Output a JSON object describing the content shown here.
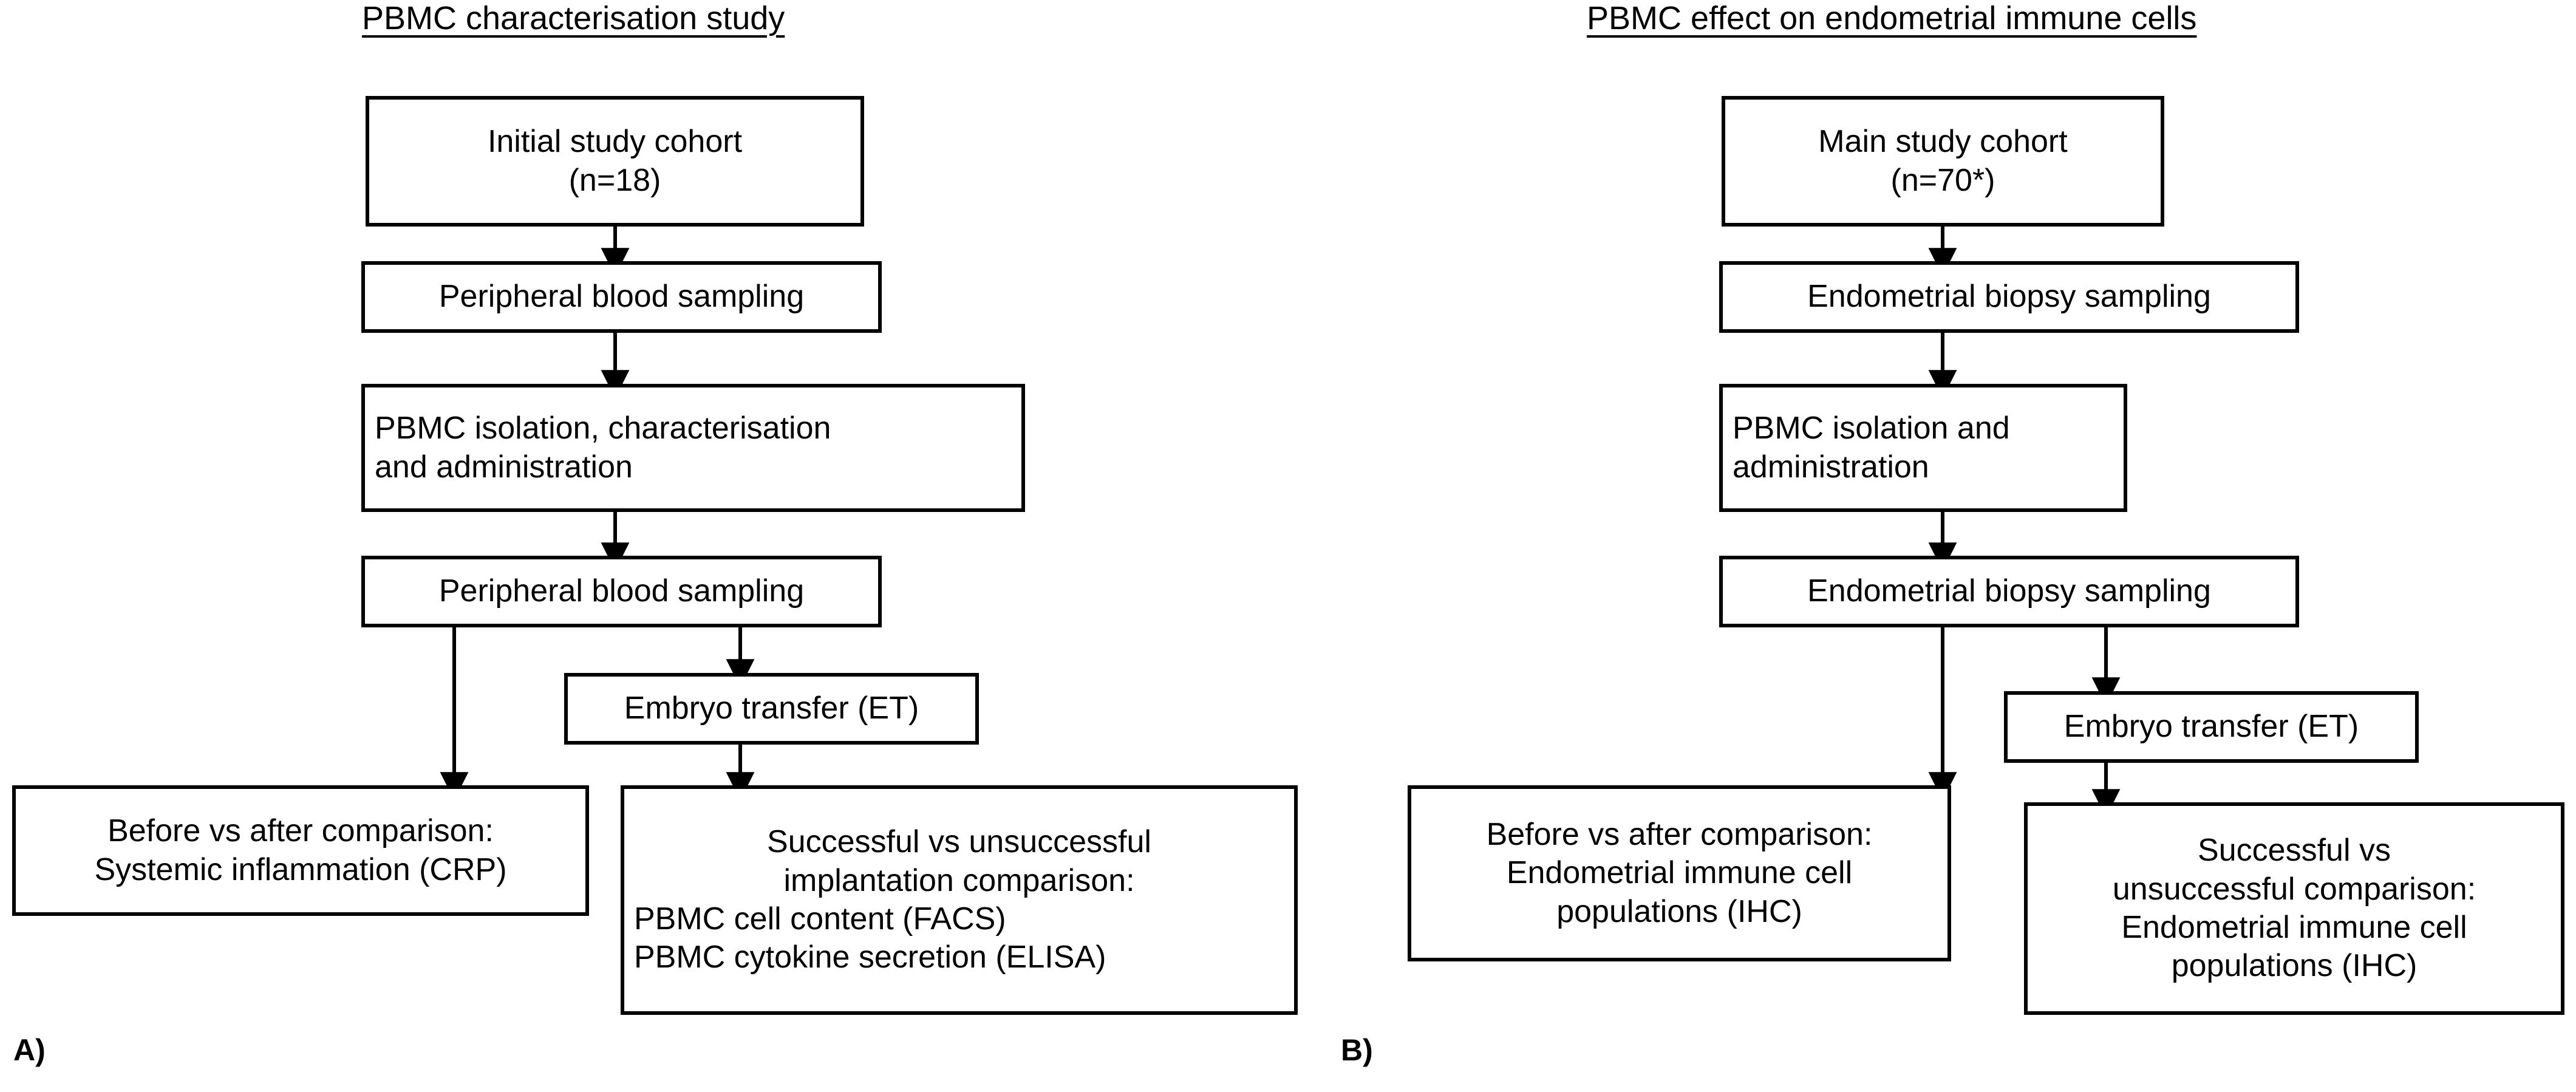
{
  "figure": {
    "panels": [
      {
        "letter": "A)",
        "title": "PBMC characterisation study",
        "nodes": {
          "cohort": {
            "lines": [
              "Initial study cohort",
              "(n=18)"
            ]
          },
          "sampling1": {
            "lines": [
              "Peripheral blood sampling"
            ]
          },
          "isolation": {
            "lines": [
              "PBMC isolation, characterisation",
              "and administration"
            ]
          },
          "sampling2": {
            "lines": [
              "Peripheral blood sampling"
            ]
          },
          "et": {
            "lines": [
              "Embryo transfer (ET)"
            ]
          },
          "result_left": {
            "lines": [
              "Before vs after comparison:",
              "Systemic inflammation (CRP)"
            ]
          },
          "result_right": {
            "lines": [
              "Successful vs unsuccessful",
              "implantation comparison:",
              "PBMC cell content (FACS)",
              "PBMC cytokine secretion (ELISA)"
            ]
          }
        }
      },
      {
        "letter": "B)",
        "title": "PBMC effect on endometrial immune cells",
        "nodes": {
          "cohort": {
            "lines": [
              "Main study cohort",
              "(n=70*)"
            ]
          },
          "sampling1": {
            "lines": [
              "Endometrial biopsy sampling"
            ]
          },
          "isolation": {
            "lines": [
              "PBMC isolation and",
              "administration"
            ]
          },
          "sampling2": {
            "lines": [
              "Endometrial biopsy sampling"
            ]
          },
          "et": {
            "lines": [
              "Embryo transfer (ET)"
            ]
          },
          "result_left": {
            "lines": [
              "Before vs after comparison:",
              "Endometrial immune cell",
              "populations (IHC)"
            ]
          },
          "result_right": {
            "lines": [
              "Successful vs",
              "unsuccessful comparison:",
              "Endometrial immune cell",
              "populations (IHC)"
            ]
          }
        }
      }
    ],
    "colors": {
      "stroke": "#000000",
      "background": "#ffffff",
      "text": "#000000"
    }
  }
}
